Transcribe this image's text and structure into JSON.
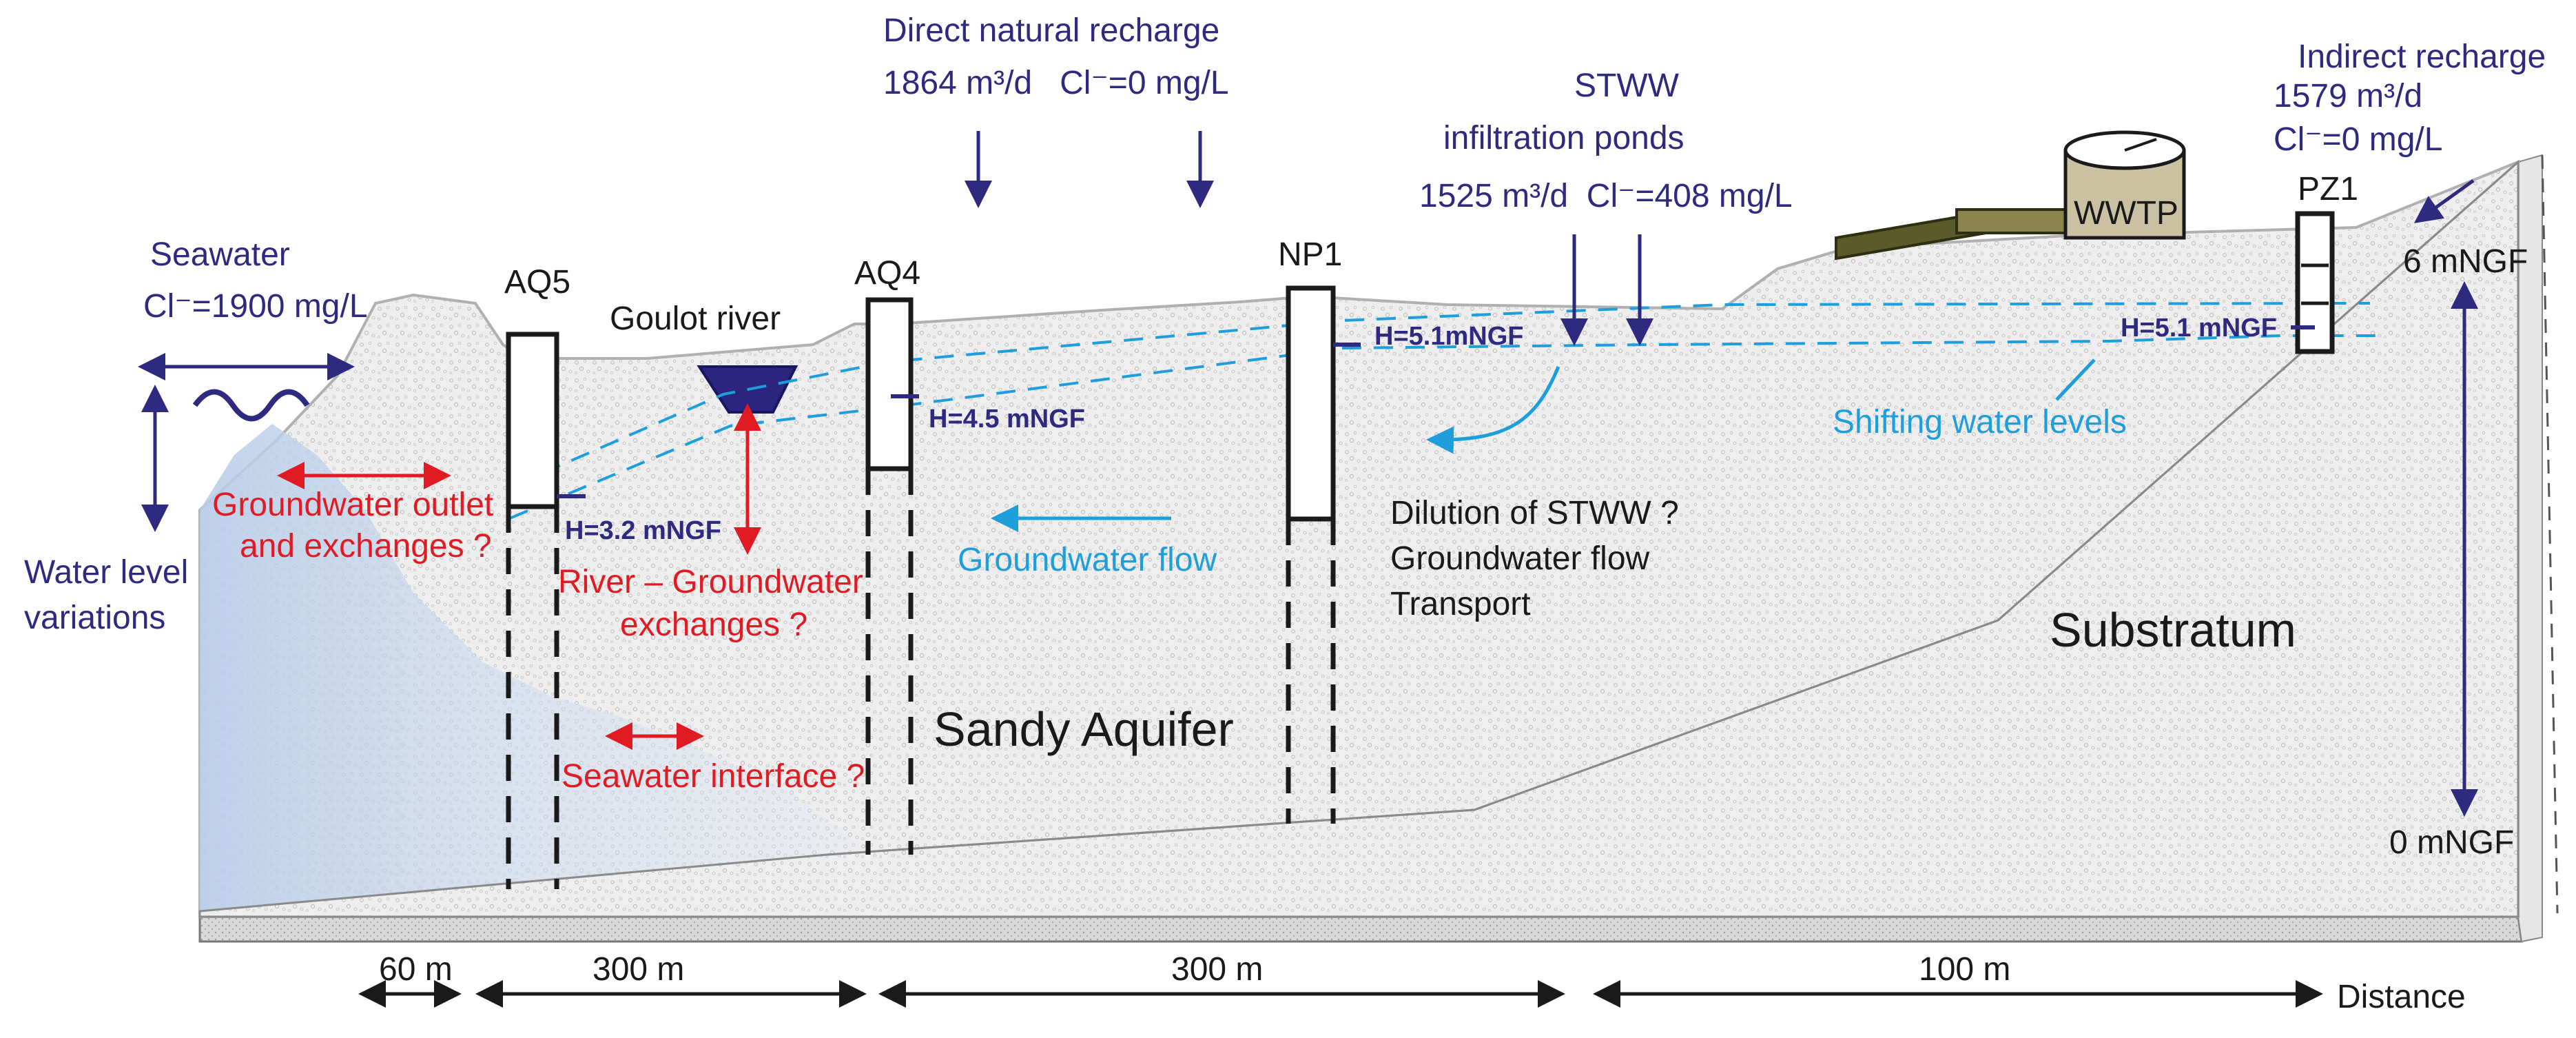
{
  "labels": {
    "direct_recharge_title": "Direct natural recharge",
    "direct_recharge_values": "1864 m³/d   Cl⁻=0 mg/L",
    "stww_title": "STWW",
    "stww_subtitle": "infiltration ponds",
    "stww_values": "1525 m³/d  Cl⁻=408 mg/L",
    "indirect_title": "Indirect recharge",
    "indirect_flow": "1579 m³/d",
    "indirect_cl": "Cl⁻=0 mg/L",
    "seawater": "Seawater",
    "seawater_cl": "Cl⁻=1900 mg/L",
    "water_level_1": "Water level",
    "water_level_2": "variations",
    "goulot": "Goulot river",
    "wwtp": "WWTP",
    "aq5": "AQ5",
    "aq4": "AQ4",
    "np1": "NP1",
    "pz1": "PZ1",
    "h_aq5": "H=3.2 mNGF",
    "h_aq4": "H=4.5 mNGF",
    "h_np1": "H=5.1mNGF",
    "h_pz1": "H=5.1 mNGF",
    "gw_outlet_1": "Groundwater outlet",
    "gw_outlet_2": "and exchanges ?",
    "river_gw_1": "River – Groundwater",
    "river_gw_2": "exchanges ?",
    "seawater_interface": "Seawater interface ?",
    "gw_flow": "Groundwater flow",
    "dilution_1": "Dilution of STWW ?",
    "dilution_2": "Groundwater flow",
    "dilution_3": "Transport",
    "shifting": "Shifting water levels",
    "sandy_aquifer": "Sandy Aquifer",
    "substratum": "Substratum",
    "ngf_6": "6 mNGF",
    "ngf_0": "0 mNGF",
    "dist_60": "60 m",
    "dist_300a": "300 m",
    "dist_300b": "300 m",
    "dist_100": "100 m",
    "distance": "Distance"
  },
  "colors": {
    "navy": "#2e2a7f",
    "red": "#e01b24",
    "cyan": "#1e9fdc",
    "black": "#1a1a1a",
    "aquifer_fill": "#ececec",
    "seawater_fill": "#c9d8ee",
    "substratum_fill": "#d6d6d6",
    "wwtp_tank": "#c9c1a1",
    "wwtp_dark": "#5a5a2a"
  }
}
